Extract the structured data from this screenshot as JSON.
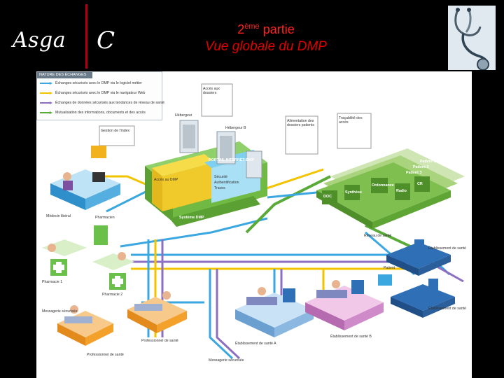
{
  "header": {
    "logo_text": "Asga",
    "logo_mark": "C",
    "part_prefix": "2",
    "part_sup": "ème",
    "part_suffix": " partie",
    "title": "Vue globale du DMP"
  },
  "colors": {
    "background": "#000000",
    "title_red": "#e00000",
    "exchange_blue": "#3aa7e0",
    "exchange_yellow": "#f2c400",
    "exchange_purple": "#8d6fc2",
    "exchange_green": "#5aaa3a",
    "portal_yellow": "#f7dc4a",
    "dmp_green": "#7fbf4f",
    "hospital_blue": "#9fc6e8",
    "care_orange": "#f3a12a",
    "pharmacy_green": "#6ac04a"
  },
  "legend": {
    "title": "NATURE DES ÉCHANGES",
    "items": [
      {
        "text": "Échanges sécurisés avec le DMP via le logiciel métier",
        "color": "#3aa7e0",
        "icon": "blue-arrow-icon"
      },
      {
        "text": "Échanges sécurisés avec le DMP via le navigateur Web",
        "color": "#f2c400",
        "icon": "yellow-arrow-icon"
      },
      {
        "text": "Échanges de données sécurisés aux tendances de réseau de santé",
        "color": "#8d6fc2",
        "icon": "purple-arrow-icon"
      },
      {
        "text": "Mutualisation des informations, documents et des accès",
        "color": "#5aaa3a",
        "icon": "green-arrow-icon"
      }
    ]
  },
  "labels": {
    "callout_left": "Accès aux dossiers",
    "callout_doc": "Alimentation des dossiers patients",
    "callout_traceability": "Traçabilité des accès",
    "callout_index": "Gestion de l'index",
    "portal": "PORTAIL INTERNET DMP",
    "portal_left": "Accès au DMP",
    "portal_features": [
      "Sécurité",
      "Authentification",
      "Traces"
    ],
    "system_dmp": "Système DMP",
    "site1": "Hébergeur",
    "site2": "Hébergeur B",
    "dmp_stack": [
      "Patient 1",
      "Patient 2",
      "Patient 3"
    ],
    "documents": [
      "DOC",
      "Synthèse",
      "Ordonnance",
      "Radio",
      "CR"
    ],
    "doctor": "Médecin libéral",
    "pharmacist_label": "Pharmacien",
    "pharmacy1": "Pharmacie 1",
    "pharmacy2": "Pharmacie 2",
    "care_label": "Professionnel de santé",
    "ward_a": "Établissement de santé A",
    "ward_b": "Établissement de santé B",
    "hospital_right_1": "Établissement de santé",
    "hospital_right_2": "Établissement de santé",
    "patient_right": "Patient",
    "mailbox": "Messagerie sécurisée",
    "network": "Réseau de santé"
  }
}
